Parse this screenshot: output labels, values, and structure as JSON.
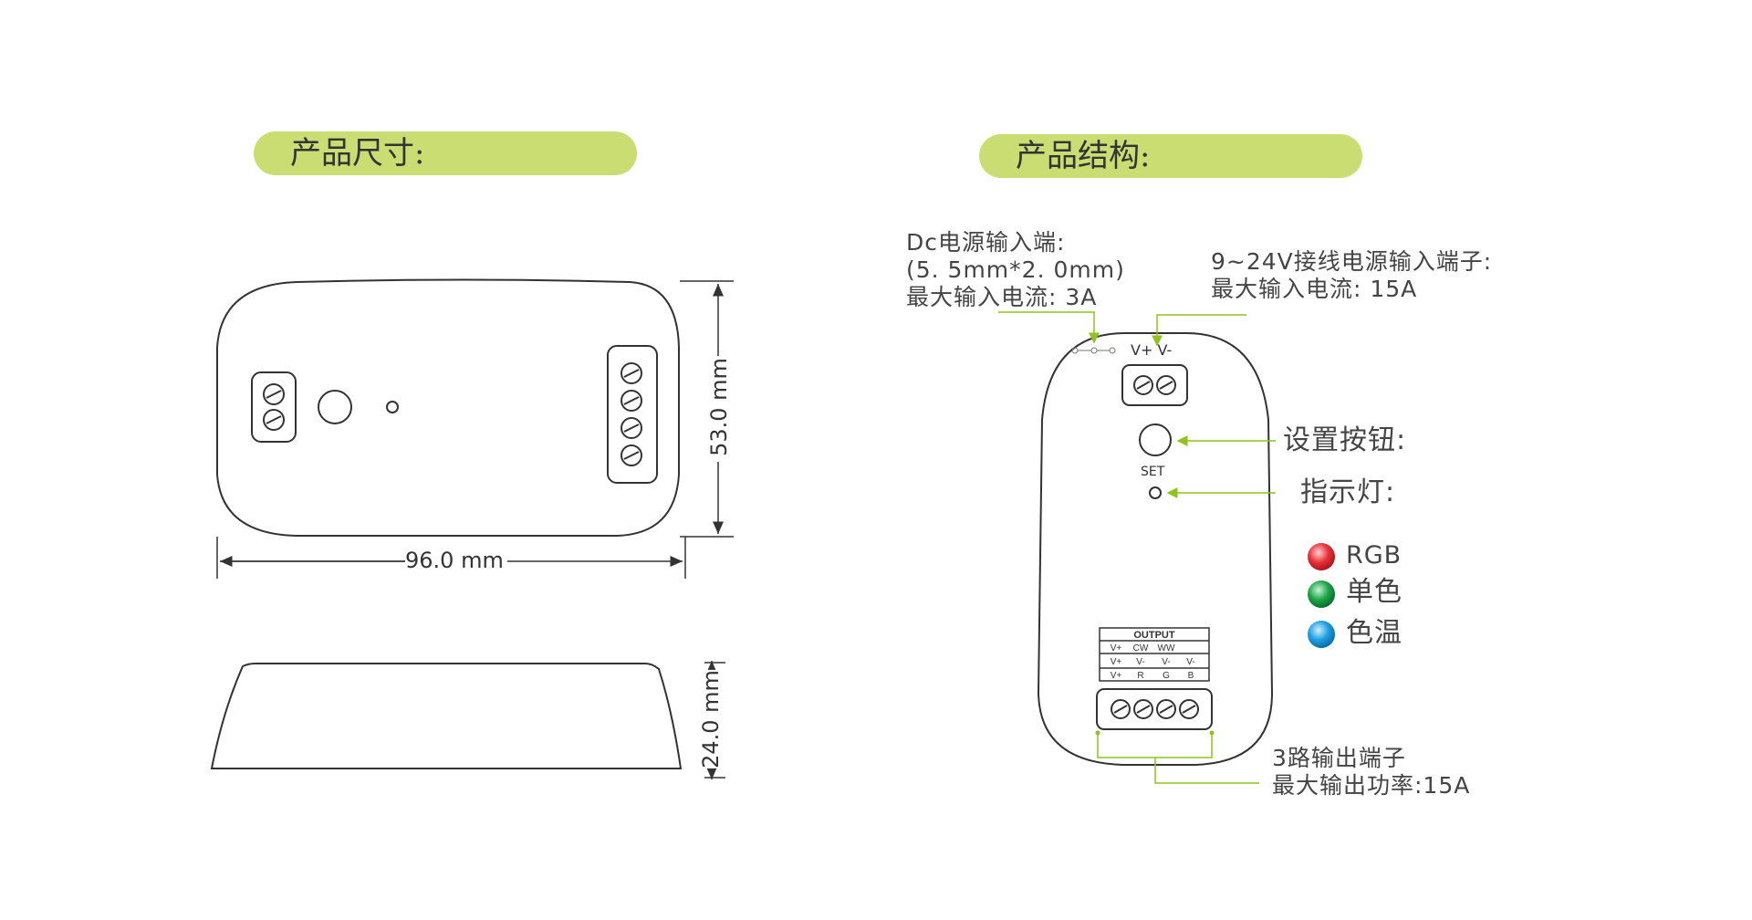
{
  "headings": {
    "size": "产品尺寸:",
    "structure": "产品结构:"
  },
  "dimensions": {
    "length": "96.0 mm",
    "width": "53.0 mm",
    "height": "24.0 mm"
  },
  "annotations": {
    "dc_input": [
      "Dc电源输入端:",
      "(5. 5mm*2. 0mm)",
      "最大输入电流: 3A"
    ],
    "terminal_input": [
      "9~24V接线电源输入端子:",
      "最大输入电流: 15A"
    ],
    "set_button": "设置按钮:",
    "indicator": "指示灯:",
    "output": [
      "3路输出端子",
      "最大输出功率:15A"
    ]
  },
  "legend": [
    {
      "label": "RGB",
      "color": "#e8333a"
    },
    {
      "label": "单色",
      "color": "#1ea64b"
    },
    {
      "label": "色温",
      "color": "#1ea0e0"
    }
  ],
  "device": {
    "input_polarity": "V+  V-",
    "set_label": "SET",
    "output_table": {
      "title": "OUTPUT",
      "rows": [
        [
          "V+",
          "CW",
          "WW",
          ""
        ],
        [
          "V+",
          "V-",
          "V-",
          "V-"
        ],
        [
          "V+",
          "R",
          "G",
          "B"
        ]
      ]
    }
  }
}
